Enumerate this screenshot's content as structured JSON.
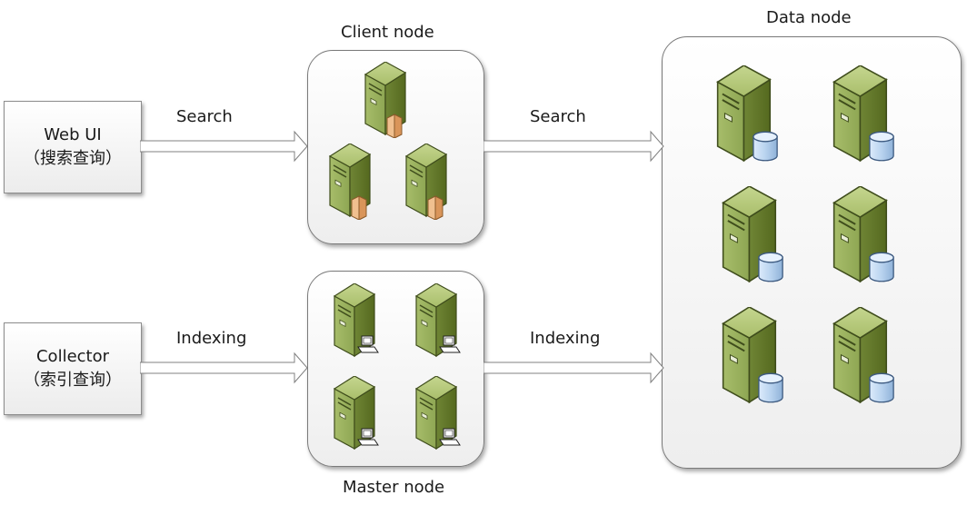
{
  "diagram": {
    "sources": {
      "web_ui": {
        "line1": "Web UI",
        "line2": "（搜索查询）"
      },
      "collector": {
        "line1": "Collector",
        "line2": "（索引查询）"
      }
    },
    "nodes": {
      "client": "Client node",
      "master": "Master node",
      "data": "Data node"
    },
    "edges": {
      "webui_to_client": "Search",
      "client_to_data": "Search",
      "collector_to_master": "Indexing",
      "master_to_data": "Indexing"
    },
    "server_icons": {
      "client": "client-server-icon",
      "master": "master-server-icon",
      "data": "data-server-icon"
    },
    "colors": {
      "server_green": "#9cb25f",
      "server_dark": "#4a5a22",
      "client_badge": "#e8b07a",
      "db_blue": "#b9d3ef"
    }
  }
}
